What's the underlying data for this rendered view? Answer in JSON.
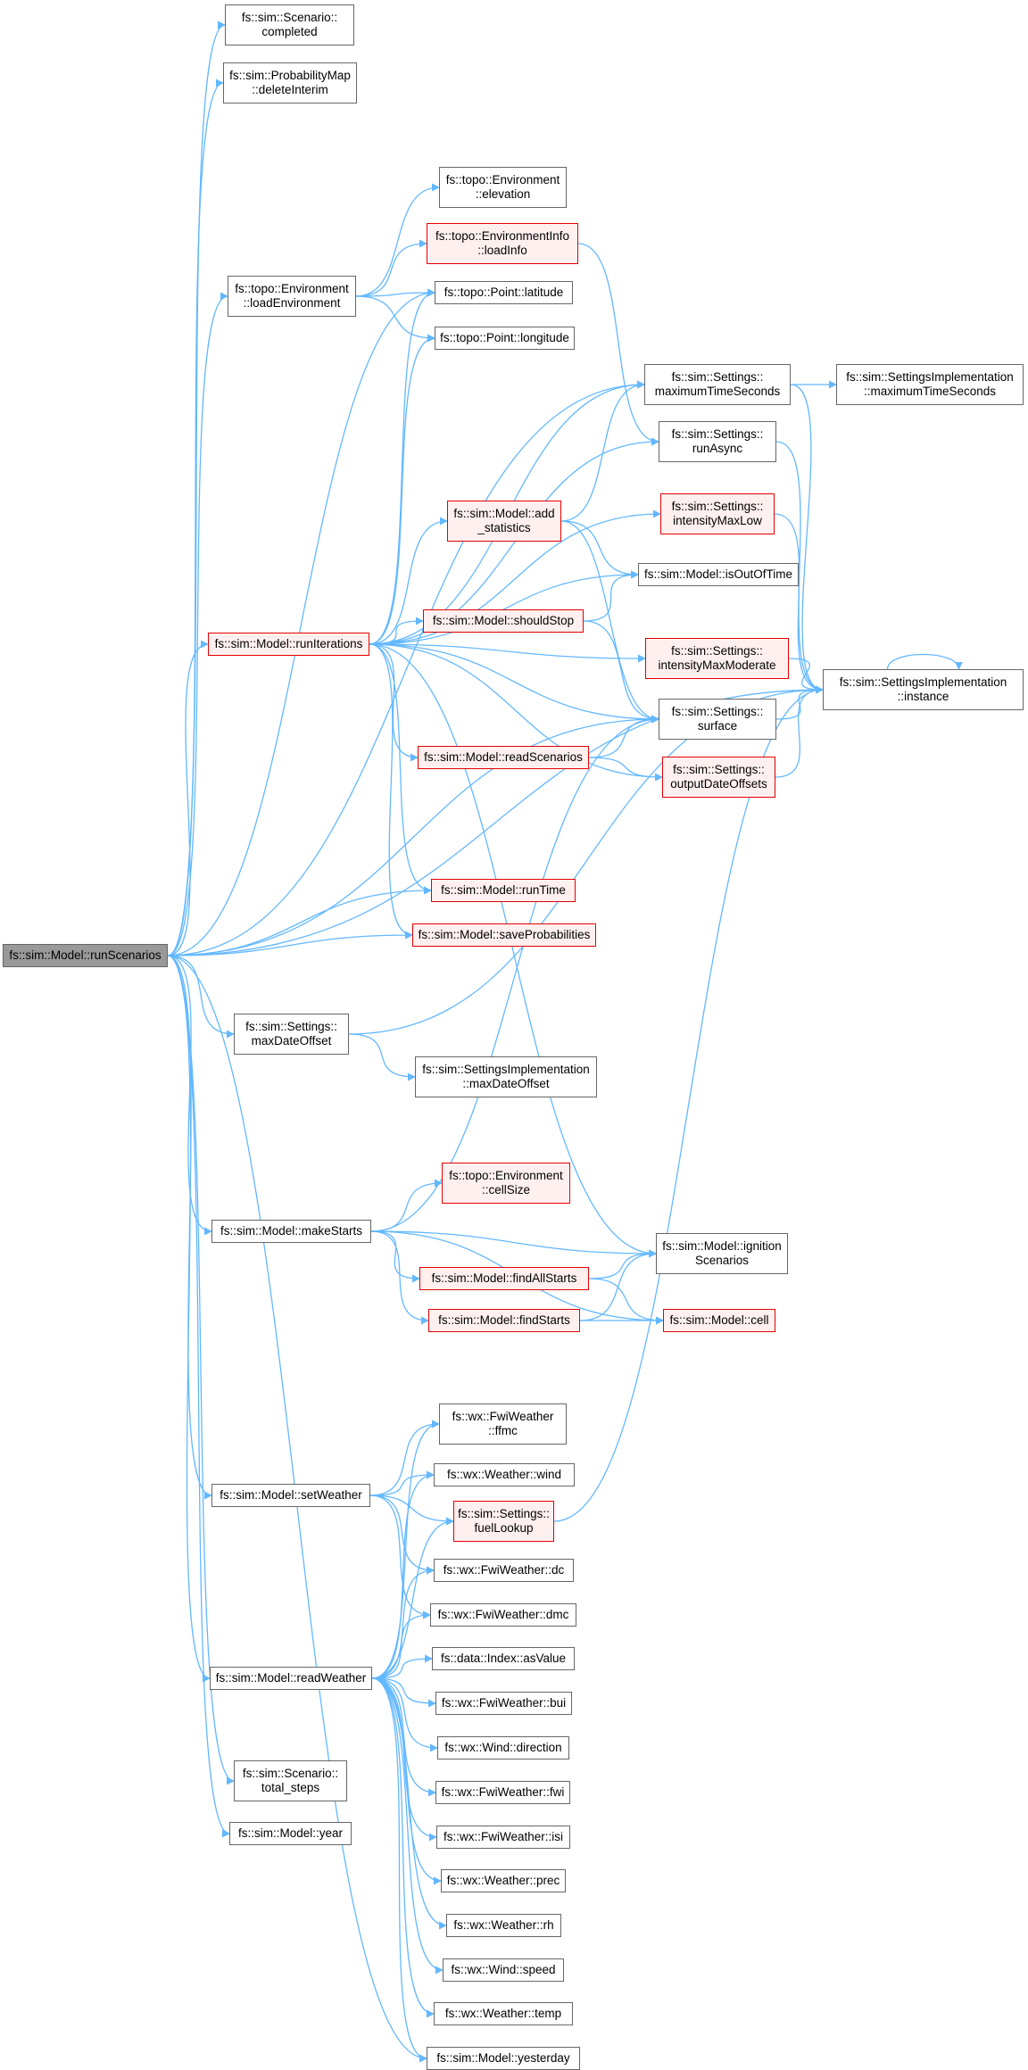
{
  "colors": {
    "edge": "#63b8ff",
    "node_border": "#666666",
    "node_fill": "#ffffff",
    "incomplete_border": "#e50000",
    "incomplete_fill": "#fff0f0",
    "root_fill": "#999999"
  },
  "nodes": [
    {
      "id": "root",
      "lines": [
        "fs::sim::Model::runScenarios"
      ],
      "kind": "root"
    },
    {
      "id": "scenario_completed",
      "lines": [
        "fs::sim::Scenario::",
        "completed"
      ],
      "kind": "normal"
    },
    {
      "id": "probmap_deleteInterim",
      "lines": [
        "fs::sim::ProbabilityMap",
        "::deleteInterim"
      ],
      "kind": "normal"
    },
    {
      "id": "env_elevation",
      "lines": [
        "fs::topo::Environment",
        "::elevation"
      ],
      "kind": "normal"
    },
    {
      "id": "envinfo_loadInfo",
      "lines": [
        "fs::topo::EnvironmentInfo",
        "::loadInfo"
      ],
      "kind": "red"
    },
    {
      "id": "env_loadEnvironment",
      "lines": [
        "fs::topo::Environment",
        "::loadEnvironment"
      ],
      "kind": "normal"
    },
    {
      "id": "point_latitude",
      "lines": [
        "fs::topo::Point::latitude"
      ],
      "kind": "normal"
    },
    {
      "id": "point_longitude",
      "lines": [
        "fs::topo::Point::longitude"
      ],
      "kind": "normal"
    },
    {
      "id": "settings_maximumTimeSeconds",
      "lines": [
        "fs::sim::Settings::",
        "maximumTimeSeconds"
      ],
      "kind": "normal"
    },
    {
      "id": "settingsimpl_maximumTimeSeconds",
      "lines": [
        "fs::sim::SettingsImplementation",
        "::maximumTimeSeconds"
      ],
      "kind": "normal"
    },
    {
      "id": "settings_runAsync",
      "lines": [
        "fs::sim::Settings::",
        "runAsync"
      ],
      "kind": "normal"
    },
    {
      "id": "model_add_statistics",
      "lines": [
        "fs::sim::Model::add",
        "_statistics"
      ],
      "kind": "red"
    },
    {
      "id": "settings_intensityMaxLow",
      "lines": [
        "fs::sim::Settings::",
        "intensityMaxLow"
      ],
      "kind": "red"
    },
    {
      "id": "model_isOutOfTime",
      "lines": [
        "fs::sim::Model::isOutOfTime"
      ],
      "kind": "normal"
    },
    {
      "id": "model_shouldStop",
      "lines": [
        "fs::sim::Model::shouldStop"
      ],
      "kind": "red"
    },
    {
      "id": "model_runIterations",
      "lines": [
        "fs::sim::Model::runIterations"
      ],
      "kind": "red"
    },
    {
      "id": "settings_intensityMaxModerate",
      "lines": [
        "fs::sim::Settings::",
        "intensityMaxModerate"
      ],
      "kind": "red"
    },
    {
      "id": "settingsimpl_instance",
      "lines": [
        "fs::sim::SettingsImplementation",
        "::instance"
      ],
      "kind": "normal"
    },
    {
      "id": "settings_surface",
      "lines": [
        "fs::sim::Settings::",
        "surface"
      ],
      "kind": "normal"
    },
    {
      "id": "model_readScenarios",
      "lines": [
        "fs::sim::Model::readScenarios"
      ],
      "kind": "red"
    },
    {
      "id": "settings_outputDateOffsets",
      "lines": [
        "fs::sim::Settings::",
        "outputDateOffsets"
      ],
      "kind": "red"
    },
    {
      "id": "model_runTime",
      "lines": [
        "fs::sim::Model::runTime"
      ],
      "kind": "red"
    },
    {
      "id": "model_saveProbabilities",
      "lines": [
        "fs::sim::Model::saveProbabilities"
      ],
      "kind": "red"
    },
    {
      "id": "settings_maxDateOffset",
      "lines": [
        "fs::sim::Settings::",
        "maxDateOffset"
      ],
      "kind": "normal"
    },
    {
      "id": "settingsimpl_maxDateOffset",
      "lines": [
        "fs::sim::SettingsImplementation",
        "::maxDateOffset"
      ],
      "kind": "normal"
    },
    {
      "id": "env_cellSize",
      "lines": [
        "fs::topo::Environment",
        "::cellSize"
      ],
      "kind": "red"
    },
    {
      "id": "model_makeStarts",
      "lines": [
        "fs::sim::Model::makeStarts"
      ],
      "kind": "normal"
    },
    {
      "id": "model_ignitionScenarios",
      "lines": [
        "fs::sim::Model::ignition",
        "Scenarios"
      ],
      "kind": "normal"
    },
    {
      "id": "model_findAllStarts",
      "lines": [
        "fs::sim::Model::findAllStarts"
      ],
      "kind": "red"
    },
    {
      "id": "model_findStarts",
      "lines": [
        "fs::sim::Model::findStarts"
      ],
      "kind": "red"
    },
    {
      "id": "model_cell",
      "lines": [
        "fs::sim::Model::cell"
      ],
      "kind": "red"
    },
    {
      "id": "fwi_ffmc",
      "lines": [
        "fs::wx::FwiWeather",
        "::ffmc"
      ],
      "kind": "normal"
    },
    {
      "id": "weather_wind",
      "lines": [
        "fs::wx::Weather::wind"
      ],
      "kind": "normal"
    },
    {
      "id": "model_setWeather",
      "lines": [
        "fs::sim::Model::setWeather"
      ],
      "kind": "normal"
    },
    {
      "id": "settings_fuelLookup",
      "lines": [
        "fs::sim::Settings::",
        "fuelLookup"
      ],
      "kind": "red"
    },
    {
      "id": "fwi_dc",
      "lines": [
        "fs::wx::FwiWeather::dc"
      ],
      "kind": "normal"
    },
    {
      "id": "fwi_dmc",
      "lines": [
        "fs::wx::FwiWeather::dmc"
      ],
      "kind": "normal"
    },
    {
      "id": "index_asValue",
      "lines": [
        "fs::data::Index::asValue"
      ],
      "kind": "normal"
    },
    {
      "id": "model_readWeather",
      "lines": [
        "fs::sim::Model::readWeather"
      ],
      "kind": "normal"
    },
    {
      "id": "fwi_bui",
      "lines": [
        "fs::wx::FwiWeather::bui"
      ],
      "kind": "normal"
    },
    {
      "id": "wind_direction",
      "lines": [
        "fs::wx::Wind::direction"
      ],
      "kind": "normal"
    },
    {
      "id": "fwi_fwi",
      "lines": [
        "fs::wx::FwiWeather::fwi"
      ],
      "kind": "normal"
    },
    {
      "id": "fwi_isi",
      "lines": [
        "fs::wx::FwiWeather::isi"
      ],
      "kind": "normal"
    },
    {
      "id": "weather_prec",
      "lines": [
        "fs::wx::Weather::prec"
      ],
      "kind": "normal"
    },
    {
      "id": "weather_rh",
      "lines": [
        "fs::wx::Weather::rh"
      ],
      "kind": "normal"
    },
    {
      "id": "wind_speed",
      "lines": [
        "fs::wx::Wind::speed"
      ],
      "kind": "normal"
    },
    {
      "id": "weather_temp",
      "lines": [
        "fs::wx::Weather::temp"
      ],
      "kind": "normal"
    },
    {
      "id": "model_yesterday",
      "lines": [
        "fs::sim::Model::yesterday"
      ],
      "kind": "normal"
    },
    {
      "id": "scenario_total_steps",
      "lines": [
        "fs::sim::Scenario::",
        "total_steps"
      ],
      "kind": "normal"
    },
    {
      "id": "model_year",
      "lines": [
        "fs::sim::Model::year"
      ],
      "kind": "normal"
    }
  ],
  "edges": [
    [
      "root",
      "scenario_completed"
    ],
    [
      "root",
      "probmap_deleteInterim"
    ],
    [
      "root",
      "settings_maximumTimeSeconds"
    ],
    [
      "root",
      "env_loadEnvironment"
    ],
    [
      "root",
      "point_latitude"
    ],
    [
      "root",
      "model_runIterations"
    ],
    [
      "root",
      "model_runTime"
    ],
    [
      "root",
      "model_saveProbabilities"
    ],
    [
      "root",
      "settings_surface"
    ],
    [
      "root",
      "settingsimpl_instance"
    ],
    [
      "root",
      "settings_maxDateOffset"
    ],
    [
      "root",
      "model_makeStarts"
    ],
    [
      "root",
      "model_setWeather"
    ],
    [
      "root",
      "model_readWeather"
    ],
    [
      "root",
      "scenario_total_steps"
    ],
    [
      "root",
      "model_year"
    ],
    [
      "root",
      "model_yesterday"
    ],
    [
      "env_loadEnvironment",
      "env_elevation"
    ],
    [
      "env_loadEnvironment",
      "envinfo_loadInfo"
    ],
    [
      "env_loadEnvironment",
      "point_latitude"
    ],
    [
      "env_loadEnvironment",
      "point_longitude"
    ],
    [
      "envinfo_loadInfo",
      "settings_runAsync"
    ],
    [
      "settings_maximumTimeSeconds",
      "settingsimpl_maximumTimeSeconds"
    ],
    [
      "settings_maximumTimeSeconds",
      "settingsimpl_instance"
    ],
    [
      "settings_runAsync",
      "settingsimpl_instance"
    ],
    [
      "model_add_statistics",
      "settings_maximumTimeSeconds"
    ],
    [
      "model_add_statistics",
      "model_isOutOfTime"
    ],
    [
      "model_add_statistics",
      "settings_surface"
    ],
    [
      "settings_intensityMaxLow",
      "settingsimpl_instance"
    ],
    [
      "model_shouldStop",
      "model_isOutOfTime"
    ],
    [
      "model_shouldStop",
      "settings_surface"
    ],
    [
      "model_runIterations",
      "point_latitude"
    ],
    [
      "model_runIterations",
      "point_longitude"
    ],
    [
      "model_runIterations",
      "settings_maximumTimeSeconds"
    ],
    [
      "model_runIterations",
      "settings_runAsync"
    ],
    [
      "model_runIterations",
      "settings_intensityMaxLow"
    ],
    [
      "model_runIterations",
      "model_add_statistics"
    ],
    [
      "model_runIterations",
      "model_isOutOfTime"
    ],
    [
      "model_runIterations",
      "model_shouldStop"
    ],
    [
      "model_runIterations",
      "settings_intensityMaxModerate"
    ],
    [
      "model_runIterations",
      "settings_surface"
    ],
    [
      "model_runIterations",
      "model_readScenarios"
    ],
    [
      "model_runIterations",
      "settings_outputDateOffsets"
    ],
    [
      "model_runIterations",
      "model_runTime"
    ],
    [
      "model_runIterations",
      "model_saveProbabilities"
    ],
    [
      "model_runIterations",
      "model_ignitionScenarios"
    ],
    [
      "settings_intensityMaxModerate",
      "settingsimpl_instance"
    ],
    [
      "settingsimpl_instance",
      "settingsimpl_instance"
    ],
    [
      "settings_surface",
      "settingsimpl_instance"
    ],
    [
      "model_readScenarios",
      "settings_surface"
    ],
    [
      "model_readScenarios",
      "settings_outputDateOffsets"
    ],
    [
      "settings_outputDateOffsets",
      "settingsimpl_instance"
    ],
    [
      "settings_maxDateOffset",
      "settingsimpl_maxDateOffset"
    ],
    [
      "settings_maxDateOffset",
      "settingsimpl_instance"
    ],
    [
      "model_makeStarts",
      "settings_surface"
    ],
    [
      "model_makeStarts",
      "env_cellSize"
    ],
    [
      "model_makeStarts",
      "model_ignitionScenarios"
    ],
    [
      "model_makeStarts",
      "model_findAllStarts"
    ],
    [
      "model_makeStarts",
      "model_findStarts"
    ],
    [
      "model_makeStarts",
      "model_cell"
    ],
    [
      "model_findAllStarts",
      "model_ignitionScenarios"
    ],
    [
      "model_findAllStarts",
      "model_cell"
    ],
    [
      "model_findStarts",
      "model_ignitionScenarios"
    ],
    [
      "model_findStarts",
      "model_cell"
    ],
    [
      "model_setWeather",
      "fwi_ffmc"
    ],
    [
      "model_setWeather",
      "weather_wind"
    ],
    [
      "model_setWeather",
      "settings_fuelLookup"
    ],
    [
      "model_setWeather",
      "fwi_dc"
    ],
    [
      "model_setWeather",
      "fwi_dmc"
    ],
    [
      "settings_fuelLookup",
      "settingsimpl_instance"
    ],
    [
      "model_readWeather",
      "fwi_ffmc"
    ],
    [
      "model_readWeather",
      "weather_wind"
    ],
    [
      "model_readWeather",
      "settings_fuelLookup"
    ],
    [
      "model_readWeather",
      "fwi_dc"
    ],
    [
      "model_readWeather",
      "fwi_dmc"
    ],
    [
      "model_readWeather",
      "index_asValue"
    ],
    [
      "model_readWeather",
      "fwi_bui"
    ],
    [
      "model_readWeather",
      "wind_direction"
    ],
    [
      "model_readWeather",
      "fwi_fwi"
    ],
    [
      "model_readWeather",
      "fwi_isi"
    ],
    [
      "model_readWeather",
      "weather_prec"
    ],
    [
      "model_readWeather",
      "weather_rh"
    ],
    [
      "model_readWeather",
      "wind_speed"
    ],
    [
      "model_readWeather",
      "weather_temp"
    ],
    [
      "model_readWeather",
      "model_yesterday"
    ]
  ]
}
